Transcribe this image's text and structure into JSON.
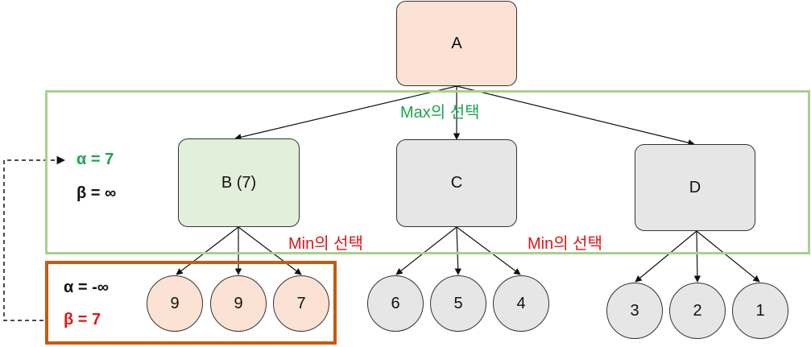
{
  "nodes": {
    "a": "A",
    "b": "B (7)",
    "c": "C",
    "d": "D"
  },
  "leaves": {
    "b": [
      "9",
      "9",
      "7"
    ],
    "c": [
      "6",
      "5",
      "4"
    ],
    "d": [
      "3",
      "2",
      "1"
    ]
  },
  "labels": {
    "max_choice": "Max의 선택",
    "min_choice_1": "Min의 선택",
    "min_choice_2": "Min의 선택"
  },
  "bounds": {
    "top_alpha": "α = 7",
    "top_beta": "β = ∞",
    "bottom_alpha": "α = -∞",
    "bottom_beta": "β = 7"
  },
  "colors": {
    "max_frame": "#a9d08e",
    "min_frame": "#c55a11",
    "max_text": "#19a550",
    "min_text": "#e01515",
    "peach_fill": "#fbe2d5",
    "green_fill": "#e2efda",
    "gray_fill": "#e6e6e6"
  }
}
